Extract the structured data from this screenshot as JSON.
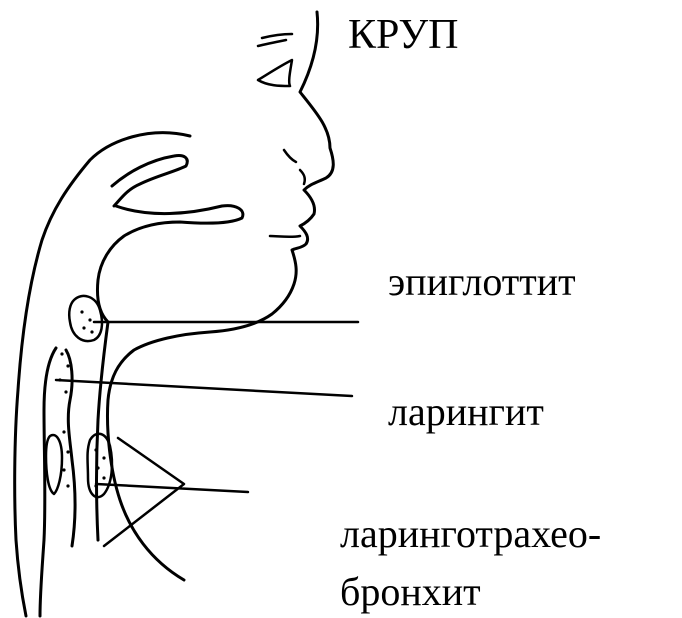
{
  "title": "КРУП",
  "labels": {
    "epiglottitis": "эпиглоттит",
    "laryngitis": "ларингит",
    "laryngotracheobronchitis_line1": "ларинготрахео-",
    "laryngotracheobronchitis_line2": "бронхит"
  },
  "colors": {
    "ink": "#000000",
    "paper": "#ffffff"
  }
}
